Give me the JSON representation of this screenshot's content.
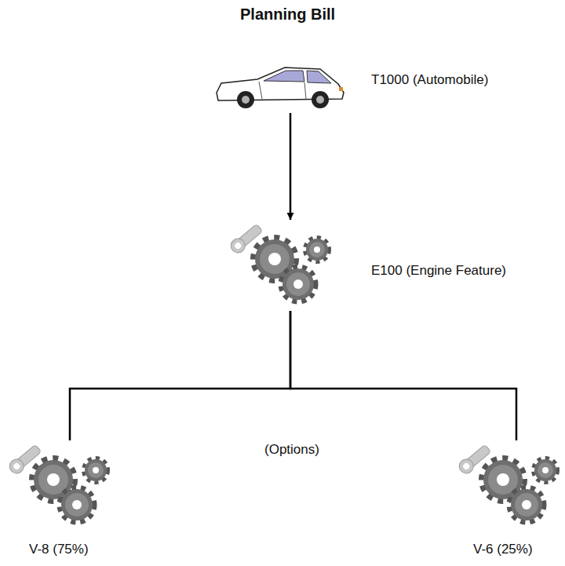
{
  "diagram": {
    "title": "Planning Bill",
    "nodes": [
      {
        "text": [
          "T1000 (Automobile)"
        ]
      },
      {
        "text": [
          "E100 (Engine Feature)"
        ]
      },
      {
        "text": [
          "V-8 (75%)"
        ]
      },
      {
        "text": [
          "V-6 (25%)"
        ]
      }
    ],
    "edges": [
      {
        "from": 0,
        "to": 1,
        "arrow": "to"
      },
      {
        "from": 1,
        "to": 2,
        "arrow": "none"
      },
      {
        "from": 1,
        "to": 3,
        "arrow": "none"
      }
    ],
    "labels": [
      "(Options)"
    ]
  }
}
